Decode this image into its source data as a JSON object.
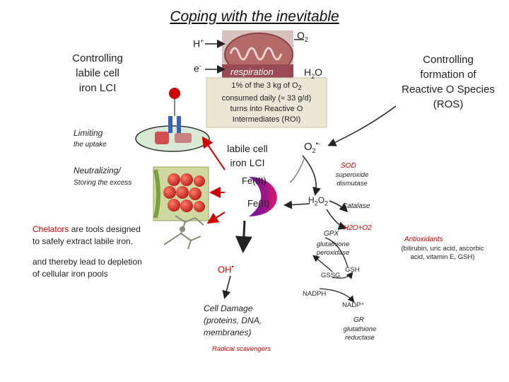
{
  "title": "Coping with the inevitable",
  "left": {
    "lci_lines": [
      "Controlling",
      "labile cell",
      "iron LCI"
    ],
    "limiting": "Limiting",
    "uptake": "the uptake",
    "neutralizing": "Neutralizing/",
    "storing": "Storing the excess",
    "chelators_word": "Chelators",
    "chelators_rest": " are tools designed",
    "chelators_line2": "to safely extract labile iron.",
    "depletion_line1": "and thereby lead to depletion",
    "depletion_line2": "of cellular iron pools"
  },
  "mito": {
    "h_plus": "H",
    "h_plus_sup": "+",
    "e_minus": "e",
    "e_minus_sup": "-",
    "o2": "O",
    "o2_sub": "2",
    "respiration": "respiration",
    "h2o_h": "H",
    "h2o_sub": "2",
    "h2o_o": "O"
  },
  "consumption": {
    "line1_pre": "1% of the 3 kg of O",
    "line1_sub": "2",
    "line2": "consumed daily (≈ 33 g/d)",
    "line3": "turns into Reactive O",
    "line4": "Intermediates (ROI)"
  },
  "right": {
    "ros_lines": [
      "Controlling",
      "formation of",
      "Reactive O Species",
      "(ROS)"
    ],
    "antioxidants": "Antioxidants",
    "antioxidants_detail_1": "(bilirubin, uric acid, ascorbic",
    "antioxidants_detail_2": "acid, vitamin E, GSH)"
  },
  "center": {
    "lci_line1": "labile cell",
    "lci_line2": "iron  LCI",
    "fe3": "Fe(III)",
    "fe2": "Fe(II)",
    "oh": "OH",
    "oh_sup": "•",
    "damage_lines": [
      "Cell Damage",
      "(proteins, DNA,",
      "membranes)"
    ],
    "radical_scavengers": "Radical scavengers"
  },
  "pathway": {
    "superoxide": "O",
    "superoxide_sub": "2",
    "superoxide_sup": "•-",
    "sod": "SOD",
    "sod_name_1": "superoxide",
    "sod_name_2": "dismutase",
    "h2o2_h": "H",
    "h2o2_sub1": "2",
    "h2o2_o": "O",
    "h2o2_sub2": "2",
    "catalase": "Catalase",
    "catalase_product": "H2O+O2",
    "gpx": "GPX",
    "gpx_name_1": "glutathione",
    "gpx_name_2": "peroxidase",
    "gsh": "GSH",
    "gssg": "GSSG",
    "nadph": "NADPH",
    "nadp": "NADP⁺",
    "gr": "GR",
    "gr_name_1": "glutathione",
    "gr_name_2": "reductase"
  },
  "colors": {
    "red": "#cc0000",
    "purple": "#7a1aa8",
    "magenta": "#e0186c",
    "mito": "#b56a6a"
  }
}
